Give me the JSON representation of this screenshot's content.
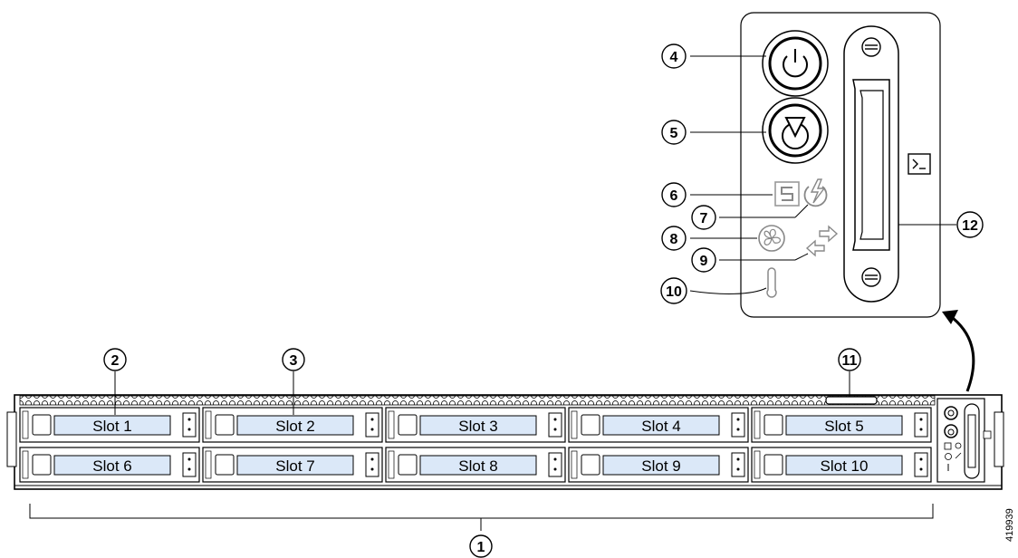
{
  "figure": {
    "id": "419939"
  },
  "drive_slots": [
    {
      "label": "Slot 1"
    },
    {
      "label": "Slot 2"
    },
    {
      "label": "Slot 3"
    },
    {
      "label": "Slot 4"
    },
    {
      "label": "Slot 5"
    },
    {
      "label": "Slot 6"
    },
    {
      "label": "Slot 7"
    },
    {
      "label": "Slot 8"
    },
    {
      "label": "Slot 9"
    },
    {
      "label": "Slot 10"
    }
  ],
  "callouts": [
    {
      "number": "1",
      "target": "drive-bay-bracket"
    },
    {
      "number": "2",
      "target": "drive-slot-1"
    },
    {
      "number": "3",
      "target": "drive-slot-2"
    },
    {
      "number": "4",
      "target": "power-button-icon"
    },
    {
      "number": "5",
      "target": "unit-id-button-icon"
    },
    {
      "number": "6",
      "target": "system-status-led-icon"
    },
    {
      "number": "7",
      "target": "power-supply-status-icon"
    },
    {
      "number": "8",
      "target": "fan-status-icon"
    },
    {
      "number": "9",
      "target": "network-link-icon"
    },
    {
      "number": "10",
      "target": "temperature-status-icon"
    },
    {
      "number": "11",
      "target": "pull-out-asset-tag"
    },
    {
      "number": "12",
      "target": "kvm-connector"
    }
  ],
  "front_panel_icons": {
    "power": "power-icon",
    "unit_id": "unit-id-icon",
    "system_status": "system-status-icon",
    "power_supply_status": "power-supply-status-icon",
    "fan_status": "fan-icon",
    "network_link": "network-link-icon",
    "temperature": "thermometer-icon",
    "kvm": "console-icon"
  },
  "colors": {
    "slot_label_fill": "#dbe8f8",
    "outline": "#000000",
    "panel_fill": "#ffffff"
  }
}
